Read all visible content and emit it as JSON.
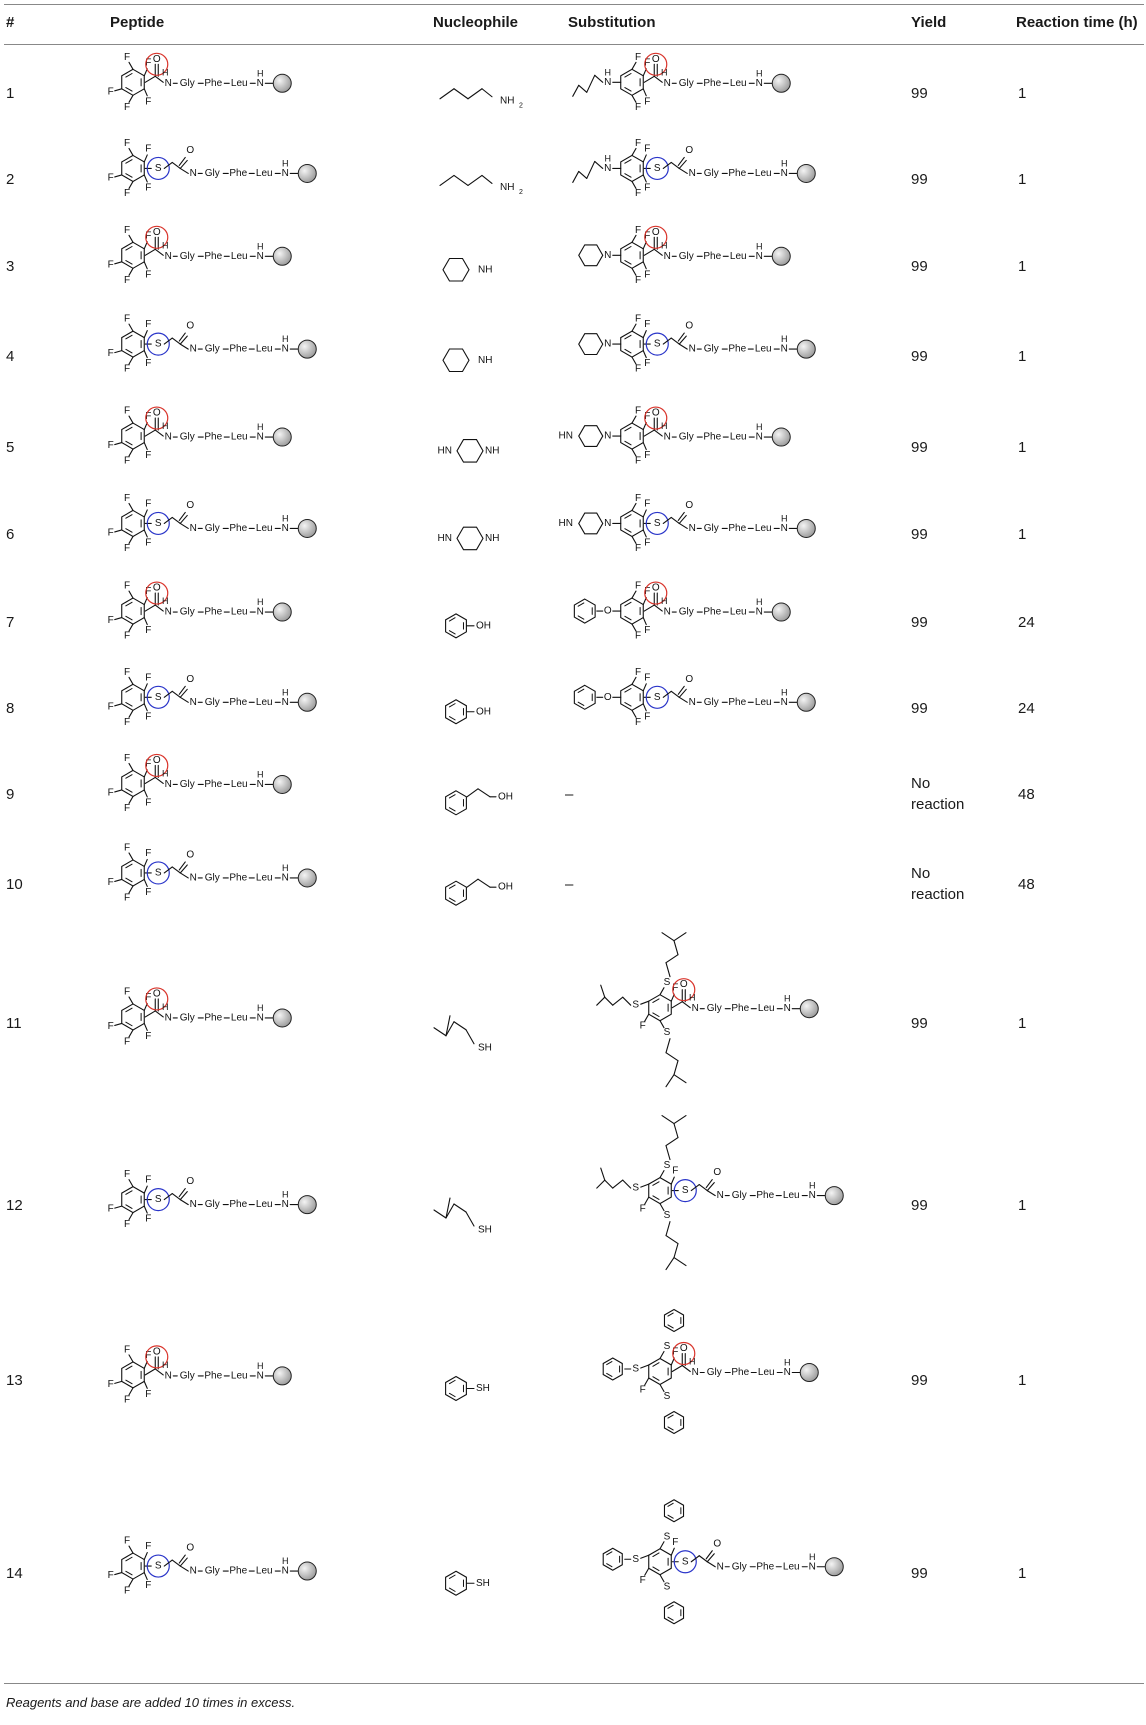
{
  "columns": [
    "#",
    "Peptide",
    "Nucleophile",
    "Substitution",
    "Yield",
    "Reaction time (h)"
  ],
  "chem_text": {
    "F": "F",
    "O": "O",
    "S": "S",
    "H": "H",
    "N": "N",
    "NH": "NH",
    "HN": "HN",
    "NH2": "NH",
    "sub2": "2",
    "OH": "OH",
    "SH": "SH",
    "gly": "Gly",
    "phe": "Phe",
    "leu": "Leu"
  },
  "rows": [
    {
      "num": "1",
      "linker": "amide",
      "nucleophile": "butylamine",
      "substitution": "amine",
      "yield": "99",
      "time": "1"
    },
    {
      "num": "2",
      "linker": "thioether",
      "nucleophile": "butylamine",
      "substitution": "amine",
      "yield": "99",
      "time": "1"
    },
    {
      "num": "3",
      "linker": "amide",
      "nucleophile": "piperidine",
      "substitution": "piperidine",
      "yield": "99",
      "time": "1"
    },
    {
      "num": "4",
      "linker": "thioether",
      "nucleophile": "piperidine",
      "substitution": "piperidine",
      "yield": "99",
      "time": "1"
    },
    {
      "num": "5",
      "linker": "amide",
      "nucleophile": "piperazine",
      "substitution": "piperazine",
      "yield": "99",
      "time": "1"
    },
    {
      "num": "6",
      "linker": "thioether",
      "nucleophile": "piperazine",
      "substitution": "piperazine",
      "yield": "99",
      "time": "1"
    },
    {
      "num": "7",
      "linker": "amide",
      "nucleophile": "phenol",
      "substitution": "phenoxy",
      "yield": "99",
      "time": "24"
    },
    {
      "num": "8",
      "linker": "thioether",
      "nucleophile": "phenol",
      "substitution": "phenoxy",
      "yield": "99",
      "time": "24"
    },
    {
      "num": "9",
      "linker": "amide",
      "nucleophile": "phenylethanol",
      "substitution": "none",
      "substitution_text": "–",
      "yield": "No reaction",
      "time": "48"
    },
    {
      "num": "10",
      "linker": "thioether",
      "nucleophile": "phenylethanol",
      "substitution": "none",
      "substitution_text": "–",
      "yield": "No reaction",
      "time": "48"
    },
    {
      "num": "11",
      "linker": "amide",
      "nucleophile": "isopentylthiol",
      "substitution": "tri-alkylthio",
      "yield": "99",
      "time": "1"
    },
    {
      "num": "12",
      "linker": "thioether",
      "nucleophile": "isopentylthiol",
      "substitution": "tri-alkylthio",
      "yield": "99",
      "time": "1"
    },
    {
      "num": "13",
      "linker": "amide",
      "nucleophile": "thiophenol",
      "substitution": "tri-phenylthio",
      "yield": "99",
      "time": "1"
    },
    {
      "num": "14",
      "linker": "thioether",
      "nucleophile": "thiophenol",
      "substitution": "tri-phenylthio",
      "yield": "99",
      "time": "1"
    }
  ],
  "footnote": "Reagents and base are added 10 times in excess.",
  "colors": {
    "amide_circle": "#d9342b",
    "thioether_circle": "#2a35c9",
    "bead": "#9a9a9a"
  }
}
